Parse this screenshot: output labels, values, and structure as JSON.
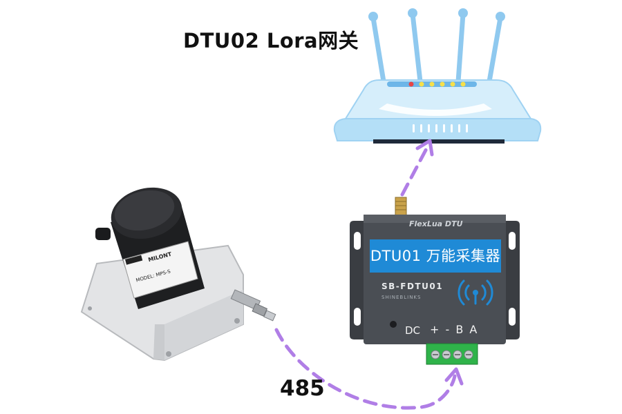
{
  "gateway": {
    "title": "DTU02 Lora网关"
  },
  "link": {
    "label": "485"
  },
  "dtu": {
    "brand": "FlexLua DTU",
    "banner": "DTU01 万能采集器",
    "model": "SB-FDTU01",
    "maker": "SHINEBLINKS",
    "power_label": "DC",
    "pins_label": "+ - B A"
  },
  "sensor": {
    "brand_tag": "MILONT",
    "model_text": "MODEL: MPS-S"
  },
  "colors": {
    "arrow": "#b07ee6",
    "router": "#a9d8f5",
    "banner": "#1f8ad6",
    "terminal": "#2fb34a"
  }
}
